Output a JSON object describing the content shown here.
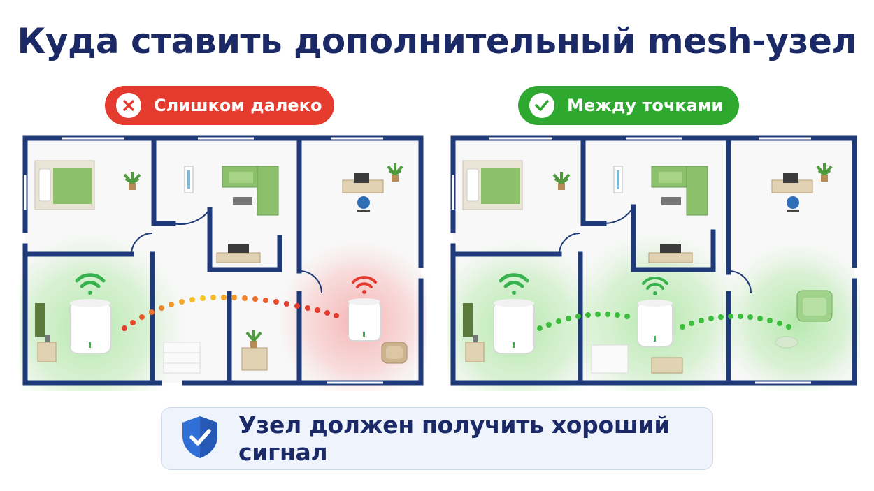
{
  "title": "Куда ставить дополнительный mesh-узел",
  "bad_label": "Слишком далеко",
  "good_label": "Между точками",
  "tip": "Узел должен получить хороший сигнал",
  "icons": {
    "bad": "cross-circle-icon",
    "good": "check-circle-icon",
    "tip": "shield-check-icon",
    "router": "mesh-router-icon",
    "wifi": "wifi-icon"
  },
  "colors": {
    "title": "#1b2a66",
    "bad": "#e53b2e",
    "good": "#2ea82f",
    "wall": "#1f3a78",
    "signal_good": "#3bbd3b",
    "signal_bad": "#e53b2e",
    "banner_bg": "#eef3fc",
    "shield": "#2f6fd6"
  }
}
